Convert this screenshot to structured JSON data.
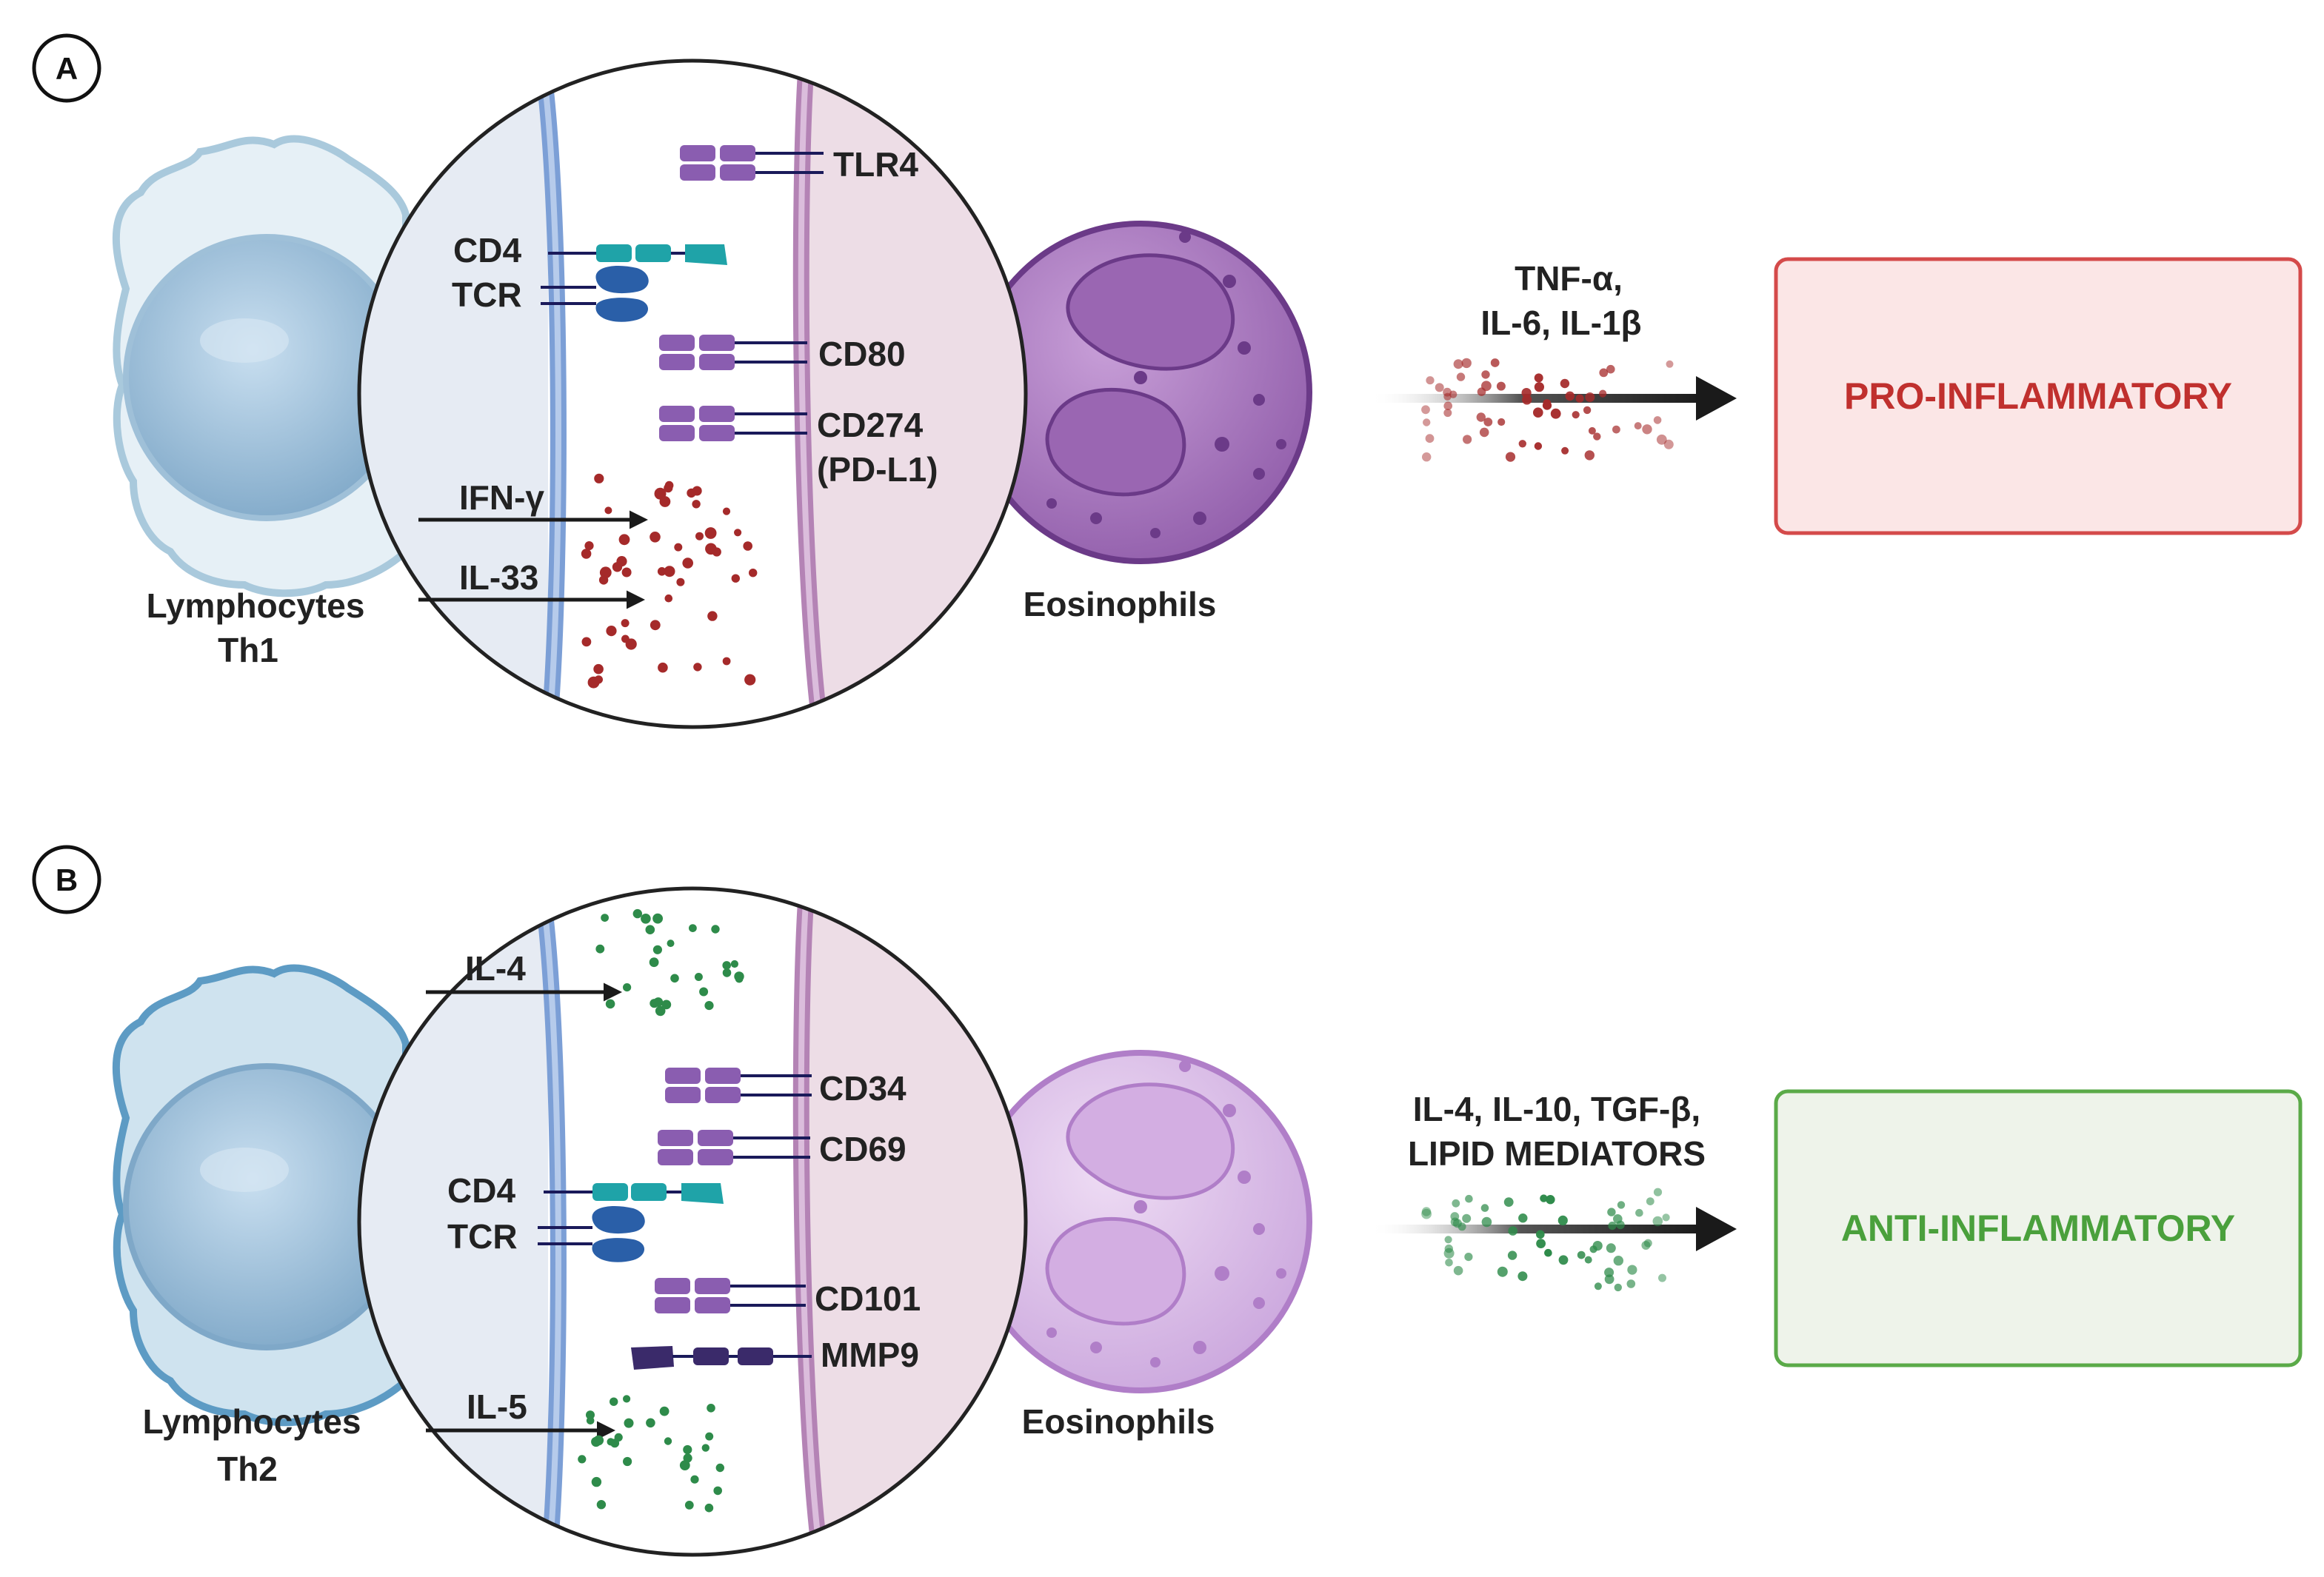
{
  "panels": [
    {
      "letter": "A",
      "lymphocyte_label": [
        "Lymphocytes",
        "Th1"
      ],
      "eosinophil_label": "Eosinophils",
      "receptors": {
        "tlr4": "TLR4",
        "cd4": "CD4",
        "tcr": "TCR",
        "cd80": "CD80",
        "cd274": "CD274",
        "pdl1": "(PD-L1)"
      },
      "cytokines_in": {
        "first": "IFN-γ",
        "second": "IL-33"
      },
      "cytokines_out": [
        "TNF-α,",
        "IL-6, IL-1β"
      ],
      "outcome": "PRO-INFLAMMATORY"
    },
    {
      "letter": "B",
      "lymphocyte_label": [
        "Lymphocytes",
        "Th2"
      ],
      "eosinophil_label": "Eosinophils",
      "receptors": {
        "cd34": "CD34",
        "cd69": "CD69",
        "cd4": "CD4",
        "tcr": "TCR",
        "cd101": "CD101",
        "mmp9": "MMP9"
      },
      "cytokines_in": {
        "first": "IL-4",
        "second": "IL-5"
      },
      "cytokines_out": [
        "IL-4, IL-10, TGF-β,",
        "LIPID MEDIATORS"
      ],
      "outcome": "ANTI-INFLAMMATORY"
    }
  ],
  "colors": {
    "pro_text": "#c0302e",
    "pro_border": "#d44a4a",
    "pro_fill": "#fbe6e6",
    "anti_text": "#4aa03c",
    "anti_border": "#5aaa48",
    "anti_fill": "#eef3ea",
    "red_dots": "#a52a2a",
    "green_dots": "#2e8b4a",
    "receptor_purple": "#8a5db0",
    "cd4_teal": "#1fa3a8",
    "tcr_blue": "#2a5fa8"
  }
}
